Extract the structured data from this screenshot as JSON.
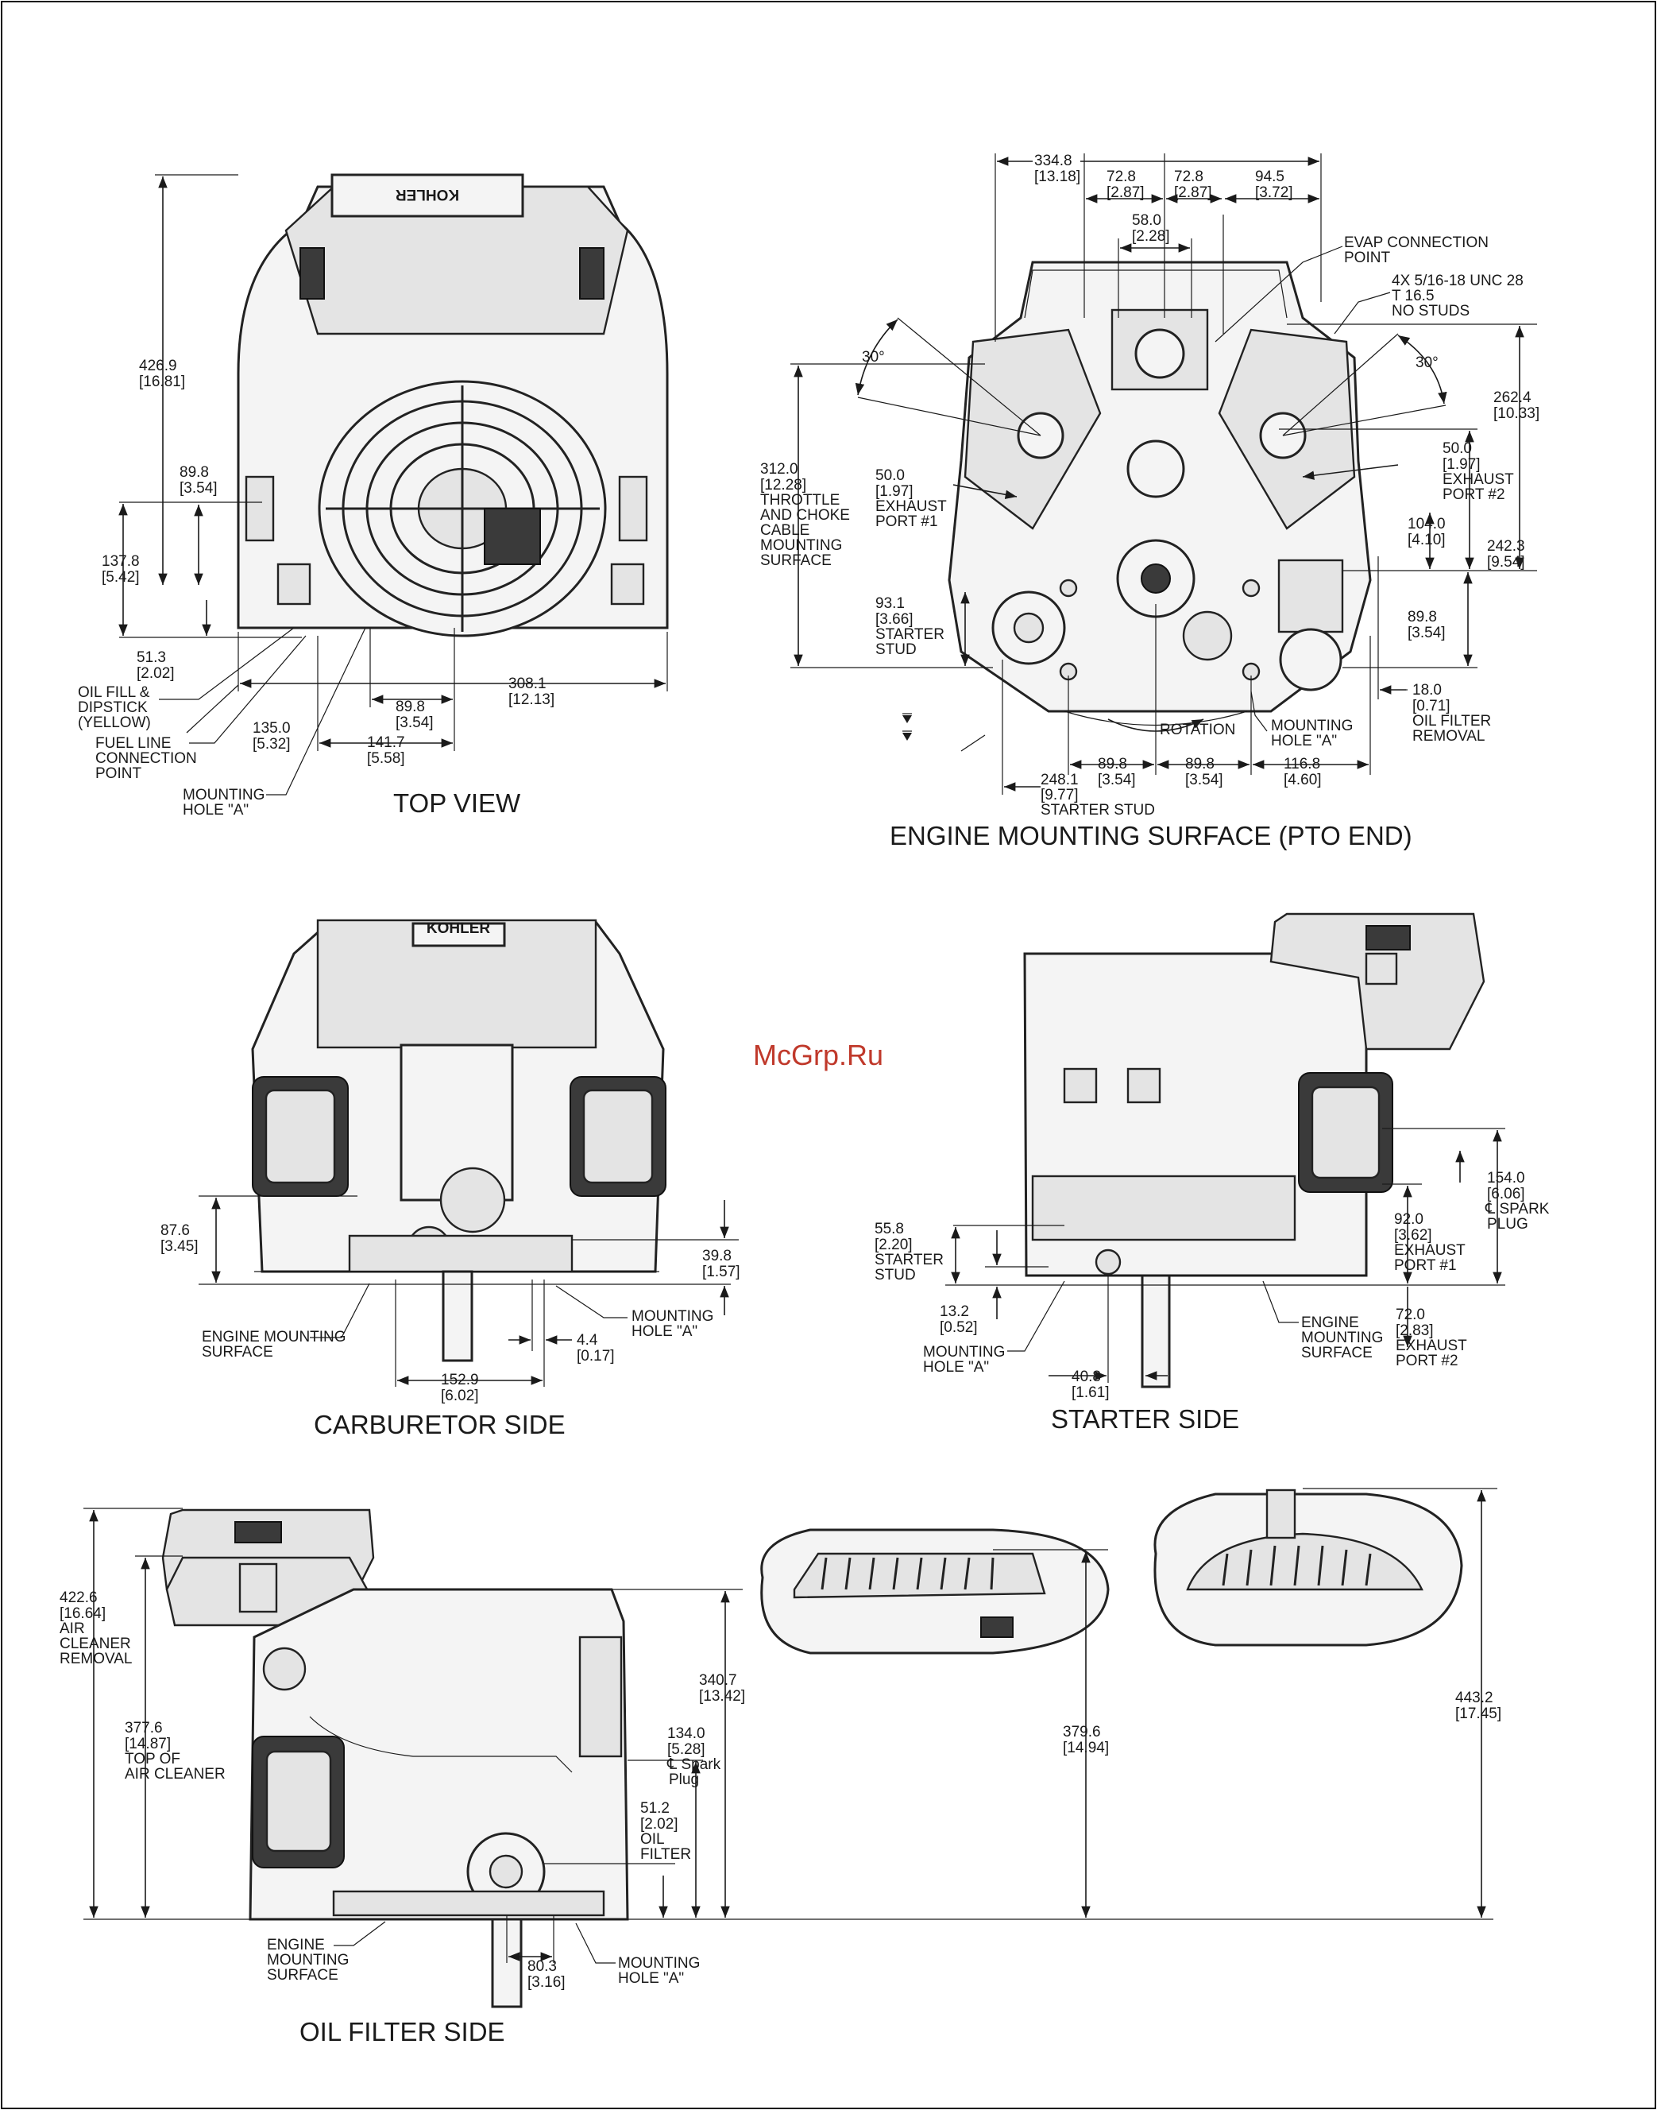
{
  "watermark": "McGrp.Ru",
  "views": {
    "top": {
      "title": "TOP VIEW",
      "logo": "KOHLER",
      "dims": {
        "h426": "426.9",
        "h426i": "[16.81]",
        "h89": "89.8",
        "h89i": "[3.54]",
        "h137": "137.8",
        "h137i": "[5.42]",
        "h51": "51.3",
        "h51i": "[2.02]",
        "w308": "308.1",
        "w308i": "[12.13]",
        "w89": "89.8",
        "w89i": "[3.54]",
        "w135": "135.0",
        "w135i": "[5.32]",
        "w141": "141.7",
        "w141i": "[5.58]"
      },
      "callouts": {
        "oil1": "OIL FILL &",
        "oil2": "DIPSTICK",
        "oil3": "(YELLOW)",
        "fuel1": "FUEL LINE",
        "fuel2": "CONNECTION",
        "fuel3": "POINT",
        "mh1": "MOUNTING",
        "mh2": "HOLE \"A\""
      }
    },
    "pto": {
      "title": "ENGINE MOUNTING SURFACE (PTO END)",
      "dims": {
        "w334": "334.8",
        "w334i": "[13.18]",
        "w72a": "72.8",
        "w72ai": "[2.87]",
        "w72b": "72.8",
        "w72bi": "[2.87]",
        "w94": "94.5",
        "w94i": "[3.72]",
        "w58": "58.0",
        "w58i": "[2.28]",
        "a30l": "30°",
        "a30r": "30°",
        "h262": "262.4",
        "h262i": "[10.33]",
        "h50r": "50.0",
        "h50ri": "[1.97]",
        "h104": "104.0",
        "h104i": "[4.10]",
        "h242": "242.3",
        "h242i": "[9.54]",
        "h89": "89.8",
        "h89i": "[3.54]",
        "h18": "18.0",
        "h18i": "[0.71]",
        "h312": "312.0",
        "h312i": "[12.28]",
        "h50l": "50.0",
        "h50li": "[1.97]",
        "h93": "93.1",
        "h93i": "[3.66]",
        "w89a": "89.8",
        "w89ai": "[3.54]",
        "w89b": "89.8",
        "w89bi": "[3.54]",
        "w116": "116.8",
        "w116i": "[4.60]",
        "w248": "248.1",
        "w248i": "[9.77]"
      },
      "callouts": {
        "evap1": "EVAP CONNECTION",
        "evap2": "POINT",
        "unc1": "4X 5/16-18 UNC 28",
        "unc2": "T 16.5",
        "unc3": "NO STUDS",
        "exr1": "EXHAUST",
        "exr2": "PORT #2",
        "ofr1": "OIL FILTER",
        "ofr2": "REMOVAL",
        "thr1": "THROTTLE",
        "thr2": "AND CHOKE",
        "thr3": "CABLE",
        "thr4": "MOUNTING",
        "thr5": "SURFACE",
        "exl1": "EXHAUST",
        "exl2": "PORT #1",
        "st1": "STARTER",
        "st2": "STUD",
        "rotation": "ROTATION",
        "mh1": "MOUNTING",
        "mh2": "HOLE \"A\"",
        "sst": "STARTER STUD"
      }
    },
    "carb": {
      "title": "CARBURETOR SIDE",
      "logo": "KOHLER",
      "dims": {
        "h87": "87.6",
        "h87i": "[3.45]",
        "h39": "39.8",
        "h39i": "[1.57]",
        "w4": "4.4",
        "w4i": "[0.17]",
        "w152": "152.9",
        "w152i": "[6.02]"
      },
      "callouts": {
        "ems1": "ENGINE MOUNTING",
        "ems2": "SURFACE",
        "mh1": "MOUNTING",
        "mh2": "HOLE \"A\""
      }
    },
    "starter": {
      "title": "STARTER SIDE",
      "dims": {
        "h154": "154.0",
        "h154i": "[6.06]",
        "h92": "92.0",
        "h92i": "[3.62]",
        "h72": "72.0",
        "h72i": "[2.83]",
        "h55": "55.8",
        "h55i": "[2.20]",
        "h13": "13.2",
        "h13i": "[0.52]",
        "w40": "40.8",
        "w40i": "[1.61]"
      },
      "callouts": {
        "sp1": "℄ SPARK",
        "sp2": "PLUG",
        "ex11": "EXHAUST",
        "ex12": "PORT #1",
        "ex21": "EXHAUST",
        "ex22": "PORT #2",
        "st1": "STARTER",
        "st2": "STUD",
        "mh1": "MOUNTING",
        "mh2": "HOLE \"A\"",
        "ems1": "ENGINE",
        "ems2": "MOUNTING",
        "ems3": "SURFACE"
      }
    },
    "oil": {
      "title": "OIL FILTER SIDE",
      "dims": {
        "h422": "422.6",
        "h422i": "[16.64]",
        "h377": "377.6",
        "h377i": "[14.87]",
        "h340": "340.7",
        "h340i": "[13.42]",
        "h134": "134.0",
        "h134i": "[5.28]",
        "h51": "51.2",
        "h51i": "[2.02]",
        "w80": "80.3",
        "w80i": "[3.16]",
        "h379": "379.6",
        "h379i": "[14.94]",
        "h443": "443.2",
        "h443i": "[17.45]"
      },
      "callouts": {
        "acr1": "AIR",
        "acr2": "CLEANER",
        "acr3": "REMOVAL",
        "tac1": "TOP OF",
        "tac2": "AIR CLEANER",
        "sp1": "℄ Spark",
        "sp2": "Plug",
        "of1": "OIL",
        "of2": "FILTER",
        "ems1": "ENGINE",
        "ems2": "MOUNTING",
        "ems3": "SURFACE",
        "mh1": "MOUNTING",
        "mh2": "HOLE \"A\""
      }
    }
  }
}
